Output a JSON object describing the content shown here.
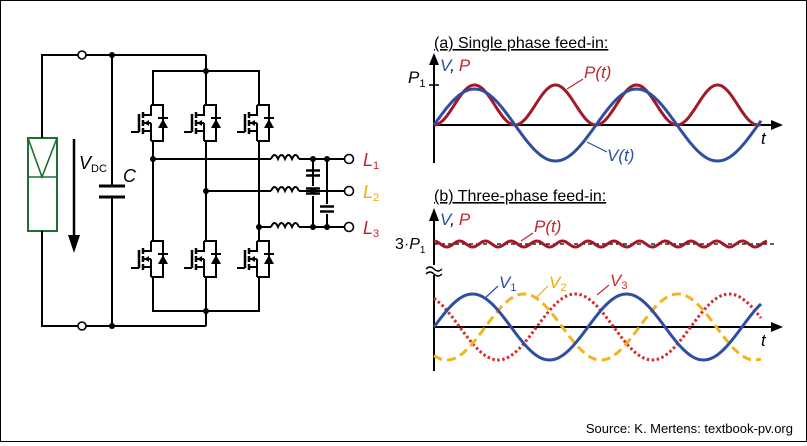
{
  "circuit": {
    "vdc_label_main": "V",
    "vdc_label_sub": "DC",
    "cap_label": "C",
    "phases": [
      {
        "main": "L",
        "sub": "1",
        "color": "#c0252e"
      },
      {
        "main": "L",
        "sub": "2",
        "color": "#f0ac00"
      },
      {
        "main": "L",
        "sub": "3",
        "color": "#c0252e"
      }
    ]
  },
  "plot_a": {
    "title": "(a) Single phase feed-in:",
    "ylabel_v": "V",
    "ylabel_comma": ",",
    "ylabel_p": "P",
    "p1_main": "P",
    "p1_sub": "1",
    "xlabel": "t",
    "label_p": "P(t)",
    "label_v": "V(t)"
  },
  "plot_b": {
    "title": "(b) Three-phase feed-in:",
    "ylabel_v": "V",
    "ylabel_comma": ",",
    "ylabel_p": "P",
    "level_prefix": "3·",
    "level_main": "P",
    "level_sub": "1",
    "xlabel": "t",
    "label_p": "P(t)",
    "phase_labels": [
      {
        "main": "V",
        "sub": "1"
      },
      {
        "main": "V",
        "sub": "2"
      },
      {
        "main": "V",
        "sub": "3"
      }
    ]
  },
  "colors": {
    "power": "#a3192a",
    "voltage_1": "#2e4fa0",
    "voltage_2": "#f5b41e",
    "voltage_3": "#d72a2a",
    "pv_module": "#1e6e32",
    "blue_label": "#2e4fa0",
    "red_label": "#c0252e"
  },
  "source": "Source: K. Mertens: textbook-pv.org"
}
